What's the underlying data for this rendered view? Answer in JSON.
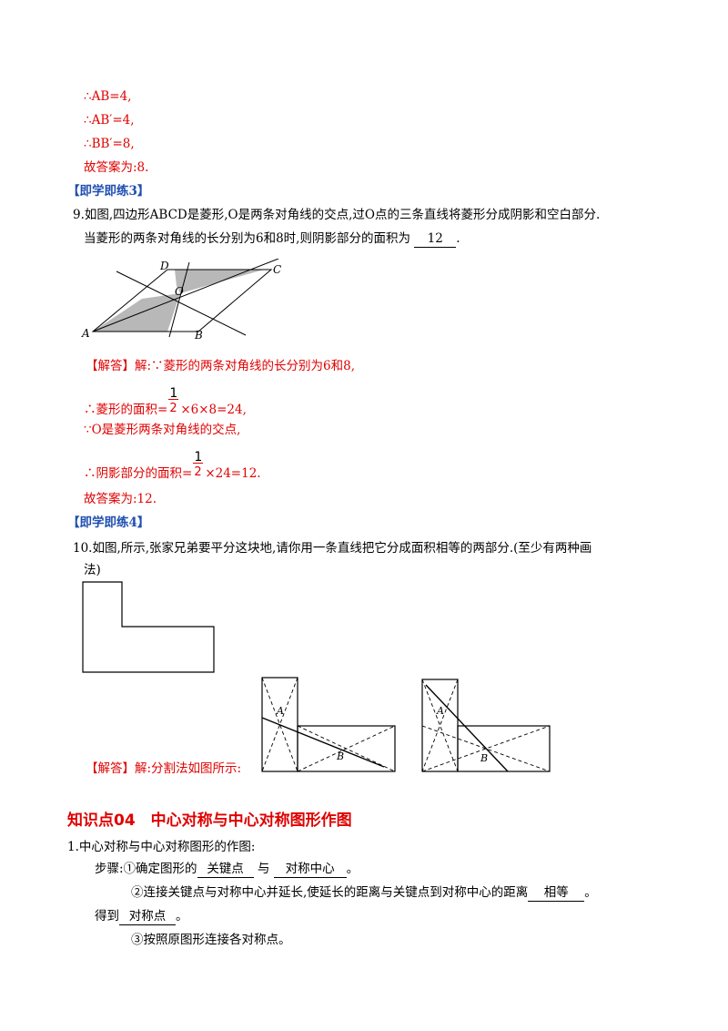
{
  "top_solution": {
    "line1": "∴AB=4,",
    "line2": "∴AB′=4,",
    "line3": "∴BB′=8,",
    "line4": "故答案为:8."
  },
  "practice3": {
    "heading": "【即学即练3】",
    "problem_line1": "9.如图,四边形ABCD是菱形,O是两条对角线的交点,过O点的三条直线将菱形分成阴影和空白部分.",
    "problem_line2_pre": "当菱形的两条对角线的长分别为6和8时,则阴影部分的面积为",
    "answer": "12",
    "problem_line2_post": ".",
    "figure_labels": {
      "A": "A",
      "B": "B",
      "C": "C",
      "D": "D",
      "O": "O"
    },
    "solution": {
      "tag": "【解答】",
      "line1": "解:∵菱形的两条对角线的长分别为6和8,",
      "line2_pre": "∴菱形的面积=",
      "frac_num": "1",
      "frac_den": "2",
      "line2_post": "×6×8=24,",
      "line3": "∵O是菱形两条对角线的交点,",
      "line4_pre": "∴阴影部分的面积=",
      "line4_post": "×24=12.",
      "line5": "故答案为:12."
    }
  },
  "practice4": {
    "heading": "【即学即练4】",
    "problem_line1": "10.如图,所示,张家兄弟要平分这块地,请你用一条直线把它分成面积相等的两部分.(至少有两种画",
    "problem_line2": "法)",
    "solution_tag": "【解答】",
    "solution_text": "解:分割法如图所示:",
    "figure_labels": {
      "A": "A",
      "B": "B"
    }
  },
  "section": {
    "heading": "知识点04　中心对称与中心对称图形作图",
    "item_line": "1.中心对称与中心对称图形的作图:",
    "step1_pre": "步骤:①确定图形的",
    "blank1": "关键点",
    "step1_mid": "与",
    "blank2": "对称中心",
    "step1_post": "。",
    "step2_pre": "②连接关键点与对称中心并延长,使延长的距离与关键点到对称中心的距离",
    "blank3": "相等",
    "step2_post": "。",
    "step2b_pre": "得到",
    "blank4": "对称点",
    "step2b_post": "。",
    "step3": "③按照原图形连接各对称点。"
  }
}
